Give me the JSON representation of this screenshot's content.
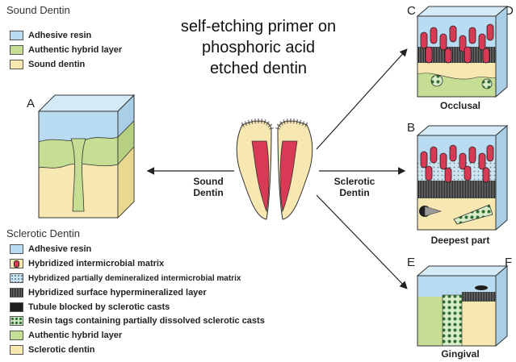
{
  "title_lines": [
    "self-etching primer on",
    "phosphoric acid",
    "etched dentin"
  ],
  "sound_section": {
    "heading": "Sound Dentin",
    "legend": [
      {
        "label": "Adhesive resin",
        "color": "#b9dcf2"
      },
      {
        "label": "Authentic hybrid layer",
        "color": "#c5de93"
      },
      {
        "label": "Sound dentin",
        "color": "#f7e8b2"
      }
    ]
  },
  "sclerotic_section": {
    "heading": "Sclerotic Dentin",
    "legend": [
      {
        "label": "Adhesive resin",
        "color": "#b9dcf2",
        "icon": "solid-swatch"
      },
      {
        "label": "Hybridized intermicrobial matrix",
        "color": "#d83a55",
        "icon": "red-tag-swatch"
      },
      {
        "label": "Hybridized partially demineralized intermicrobial matrix",
        "color": "#cfe3ef",
        "icon": "dotted-swatch"
      },
      {
        "label": "Hybridized surface hypermineralized layer",
        "color": "#333333",
        "icon": "striped-swatch"
      },
      {
        "label": "Tubule blocked by sclerotic casts",
        "color": "#1e1e1e",
        "icon": "solid-swatch"
      },
      {
        "label": "Resin tags containing partially dissolved sclerotic casts",
        "color": "#4a8a4a",
        "icon": "green-dots-swatch"
      },
      {
        "label": "Authentic hybrid layer",
        "color": "#c5de93",
        "icon": "solid-swatch"
      },
      {
        "label": "Sclerotic dentin",
        "color": "#f7e8b2",
        "icon": "solid-swatch"
      }
    ]
  },
  "panels": {
    "A": {
      "letter": "A"
    },
    "B": {
      "letter": "B",
      "caption": "Deepest part"
    },
    "C": {
      "letter": "C"
    },
    "D": {
      "letter": "D",
      "caption": "Occlusal"
    },
    "E": {
      "letter": "E"
    },
    "F": {
      "letter": "F",
      "caption": "Gingival"
    }
  },
  "arrows": {
    "left": {
      "line1": "Sound",
      "line2": "Dentin"
    },
    "right": {
      "line1": "Sclerotic",
      "line2": "Dentin"
    }
  },
  "colors": {
    "resin": "#b9dcf2",
    "hybrid": "#c5de93",
    "dentin": "#f7e8b2",
    "pulp": "#d83a55",
    "tag_red": "#d83a55",
    "dark": "#1e1e1e"
  }
}
